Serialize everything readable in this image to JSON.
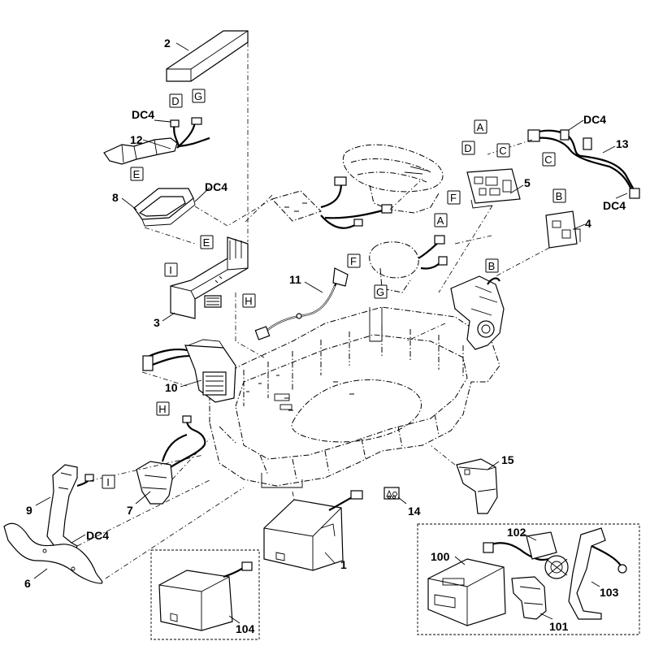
{
  "part_numbers": {
    "p1": "1",
    "p2": "2",
    "p3": "3",
    "p4": "4",
    "p5": "5",
    "p6": "6",
    "p7": "7",
    "p8": "8",
    "p9": "9",
    "p10": "10",
    "p11": "11",
    "p12": "12",
    "p13": "13",
    "p14": "14",
    "p15": "15",
    "p100": "100",
    "p101": "101",
    "p102": "102",
    "p103": "103",
    "p104": "104"
  },
  "connector_labels": {
    "dc4": "DC4",
    "a": "A",
    "b": "B",
    "c": "C",
    "d": "D",
    "e": "E",
    "f": "F",
    "g": "G",
    "h": "H",
    "i": "I"
  },
  "icon_names": [
    "battery-pack-icon",
    "circuit-board-icon",
    "wire-harness-icon",
    "chassis-frame-icon",
    "warning-label-icon",
    "drive-motor-icon"
  ]
}
